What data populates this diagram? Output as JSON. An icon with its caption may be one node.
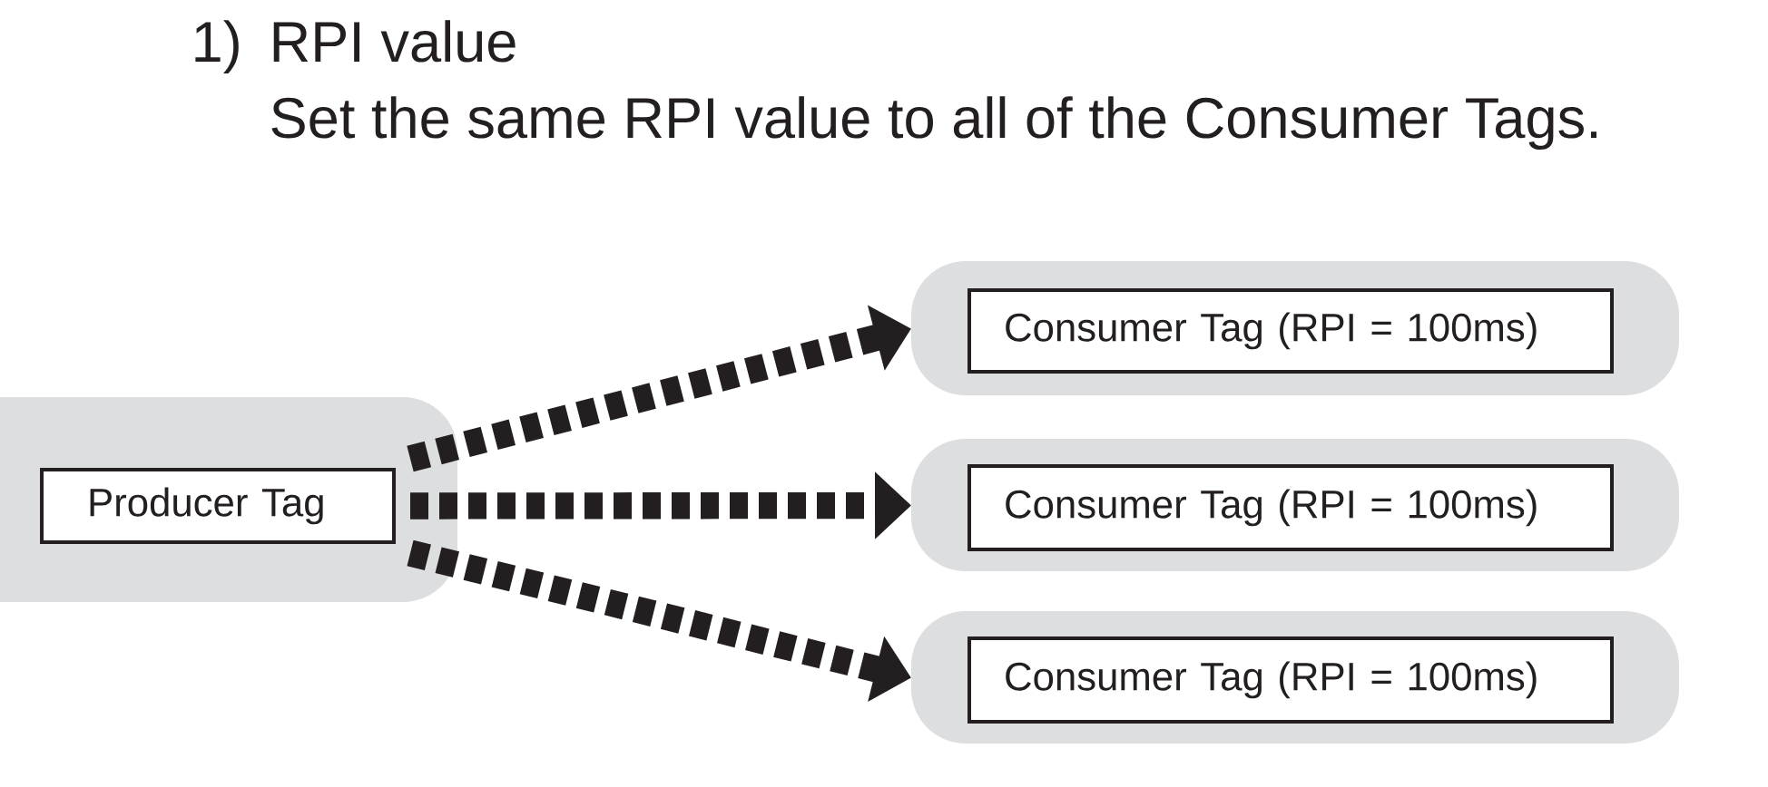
{
  "diagram": {
    "title": "RPI value",
    "nodes": [
      {
        "text": [],
        "shape": "box"
      },
      {
        "text": [
          "Producer Tag"
        ],
        "in": 0
      },
      {
        "text": [],
        "shape": "box"
      },
      {
        "text": [
          "Consumer Tag (RPI = 100ms)"
        ],
        "in": 2
      },
      {
        "text": [],
        "shape": "box"
      },
      {
        "text": [
          "Consumer Tag (RPI = 100ms)"
        ],
        "in": 4
      },
      {
        "text": [],
        "shape": "box"
      },
      {
        "text": [
          "Consumer Tag (RPI = 100ms)"
        ],
        "in": 6
      }
    ],
    "edges": [
      {
        "from": 1,
        "to": 2,
        "arrow": "to",
        "style": "dashed"
      },
      {
        "from": 1,
        "to": 4,
        "arrow": "to",
        "style": "dashed"
      },
      {
        "from": 1,
        "to": 6,
        "arrow": "to",
        "style": "dashed"
      }
    ],
    "labels": [
      "1)",
      "Set the same RPI value to all of the Consumer Tags."
    ]
  }
}
